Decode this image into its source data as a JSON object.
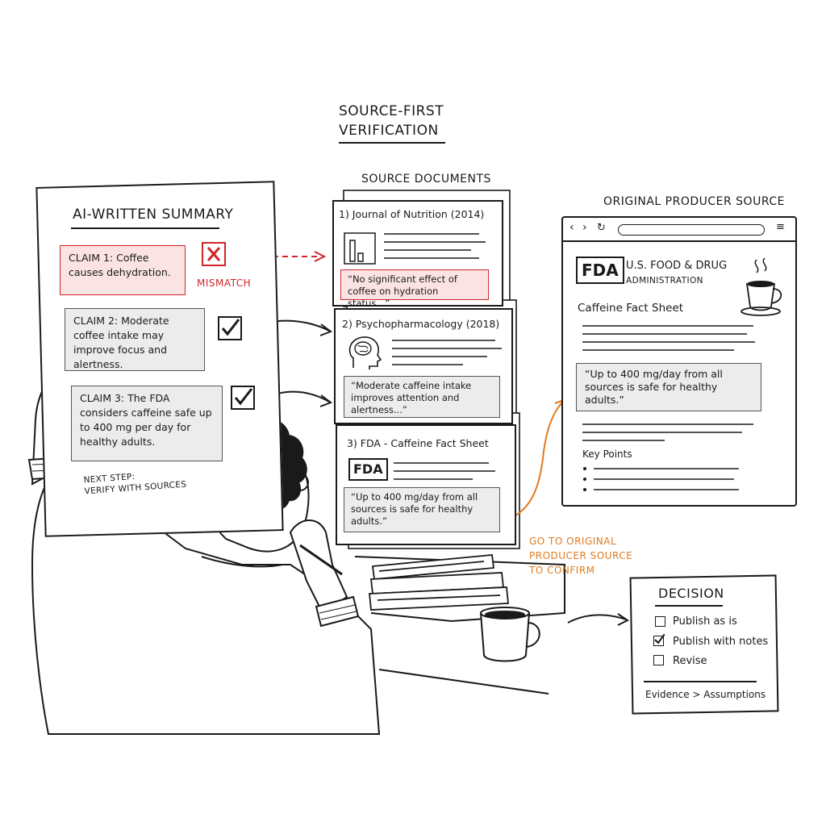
{
  "title_line1": "SOURCE-FIRST",
  "title_line2": "VERIFICATION",
  "summary": {
    "heading": "AI-WRITTEN SUMMARY",
    "claim1": "CLAIM 1: Coffee causes dehydration.",
    "claim2": "CLAIM 2: Moderate coffee intake may improve focus and alertness.",
    "claim3": "CLAIM 3: The FDA considers caffeine safe up to 400 mg per day for healthy adults.",
    "mismatch_label": "MISMATCH",
    "next_step_line1": "NEXT STEP:",
    "next_step_line2": "VERIFY WITH SOURCES"
  },
  "sources": {
    "heading": "SOURCE DOCUMENTS",
    "doc1_title": "1) Journal of Nutrition (2014)",
    "doc1_quote": "“No significant effect of coffee on hydration status...”",
    "doc2_title": "2) Psychopharmacology (2018)",
    "doc2_quote": "“Moderate caffeine intake improves attention and alertness...”",
    "doc3_title": "3) FDA - Caffeine Fact Sheet",
    "doc3_logo": "FDA",
    "doc3_quote": "“Up to 400 mg/day from all sources is safe for healthy adults.”"
  },
  "producer": {
    "heading": "ORIGINAL PRODUCER SOURCE",
    "logo": "FDA",
    "agency_name": "U.S. FOOD & DRUG",
    "agency_sub": "ADMINISTRATION",
    "page_title": "Caffeine Fact Sheet",
    "quote": "“Up to 400 mg/day from all sources is safe for healthy adults.”",
    "key_points": "Key Points"
  },
  "orange_note_line1": "GO TO ORIGINAL",
  "orange_note_line2": "PRODUCER SOURCE",
  "orange_note_line3": "TO CONFIRM",
  "decision": {
    "heading": "DECISION",
    "option1": "Publish as is",
    "option2": "Publish with notes",
    "option3": "Revise",
    "selected": "Publish with notes",
    "footer": "Evidence > Assumptions"
  },
  "colors": {
    "mismatch_red": "#d0262b",
    "confirm_orange": "#e07b1f",
    "ink": "#1a1a1a",
    "highlight_gray": "#ececec",
    "highlight_pink": "#fbe3e3"
  }
}
